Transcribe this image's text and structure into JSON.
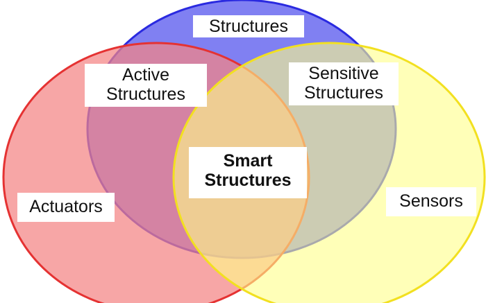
{
  "diagram": {
    "type": "venn",
    "sets": [
      {
        "name": "Structures",
        "color": "#8080f2",
        "stroke": "#2a2ae0"
      },
      {
        "name": "Actuators",
        "color": "#f48484",
        "stroke": "#e53232"
      },
      {
        "name": "Sensors",
        "color": "#ffff88",
        "stroke": "#f2e020"
      }
    ],
    "labels": {
      "structures": "Structures",
      "actuators": "Actuators",
      "sensors": "Sensors",
      "active_line1": "Active",
      "active_line2": "Structures",
      "sensitive_line1": "Sensitive",
      "sensitive_line2": "Structures",
      "smart_line1": "Smart",
      "smart_line2": "Structures"
    }
  }
}
